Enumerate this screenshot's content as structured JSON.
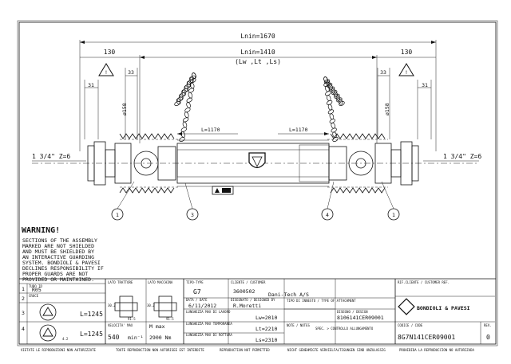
{
  "dimensions": {
    "lnin_total": "Lnin=1670",
    "lnin_sub": "Lnin=1410",
    "lnin_sub2": "(Lw ,Lt ,Ls)",
    "side_left": "130",
    "side_right": "130",
    "d_left": "31",
    "d_right": "31",
    "t_left": "33",
    "t_right": "33",
    "phi_left": "ø158",
    "phi_right": "ø158",
    "tube_left": "L=1170",
    "tube_right": "L=1170",
    "spline_left": "1 3/4\" Z=6",
    "spline_right": "1 3/4\" Z=6"
  },
  "callouts": [
    "1",
    "3",
    "4",
    "1"
  ],
  "warning": {
    "title": "WARNING!",
    "text": [
      "SECTIONS OF THE ASSEMBLY",
      "MARKED ARE NOT SHIELDED",
      "AND MUST BE SHIELDED BY",
      "AN INTERACTIVE GUARDING",
      "SYSTEM. BONDIOLI & PAVESI",
      "DECLINES RESPONSIBILITY IF",
      "PROPER GUARDS ARE NOT",
      "PROVIDED OR MAINTAINED."
    ]
  },
  "table": {
    "rows": [
      {
        "num": "1",
        "label": "TUBO ID",
        "value": "R05"
      },
      {
        "num": "2",
        "label": "CROCE",
        "value": ""
      },
      {
        "num": "3",
        "label": "",
        "value": "L=1245"
      },
      {
        "num": "4",
        "label": "",
        "value": "L=1245"
      }
    ],
    "row4_small": "4.2",
    "lato_tr": "LATO TRATTORE",
    "lato_mac": "LATO MACCHINA",
    "dim_30": "30.2",
    "dim_91": "91.5",
    "velocita_label": "VELOCITA' MAX",
    "velocita_val": "540",
    "velocita_unit": "min⁻¹",
    "m_max_label": "M max",
    "m_max_val": "2900 Nm",
    "tipo_label": "TIPO-TYPE",
    "tipo_val": "G7",
    "cliente_label": "CLIENTE / CUSTOMER",
    "cliente_code": "3600502",
    "cliente_name": "Dani-Tech A/S",
    "data_label": "DATA / DATE",
    "data_val": "6/11/2012",
    "disegnato_label": "DISEGNATO / DESIGNED BY",
    "disegnato_val": "R.Moretti",
    "rif_label": "RIF.CLIENTE / CUSTOMER REF.",
    "lw_label": "LUNGHEZZA MAX DI LAVORO",
    "lw_val": "Lw=2010",
    "lt_label": "LUNGHEZZA MAX TEMPORANEA",
    "lt_val": "Lt=2210",
    "ls_label": "LUNGHEZZA MAX DI ROTTURA",
    "ls_val": "Ls=2310",
    "tipo_innesto_label": "TIPO DI INNESTO / TYPE OF ATTACHMENT",
    "design_label": "DISEGNO / DESIGN",
    "design_val": "8106141CER09001",
    "note_label": "NOTE / NOTES",
    "note_val": "SPEC. > CONTROLLO ALLUNGAMENTO",
    "brand": "BONDIOLI & PAVESI",
    "codice_label": "CODICE / CODE",
    "codice_val": "8G7N141CER09001",
    "rev_label": "REV.",
    "rev_val": "0"
  },
  "footer": [
    "VIETATE LE RIPRODUZIONI NON AUTORIZZATE",
    "TOUTE REPRODUCTION NON AUTORISEE EST INTERDITE",
    "REPRODUCTION NOT PERMITTED",
    "NICHT GENEHMIGTE VERVIELFALTIGUNGEN SIND UNZULASSIG",
    "PROHIBIDA LA REPRODUCCION NO AUTORIZADA"
  ]
}
